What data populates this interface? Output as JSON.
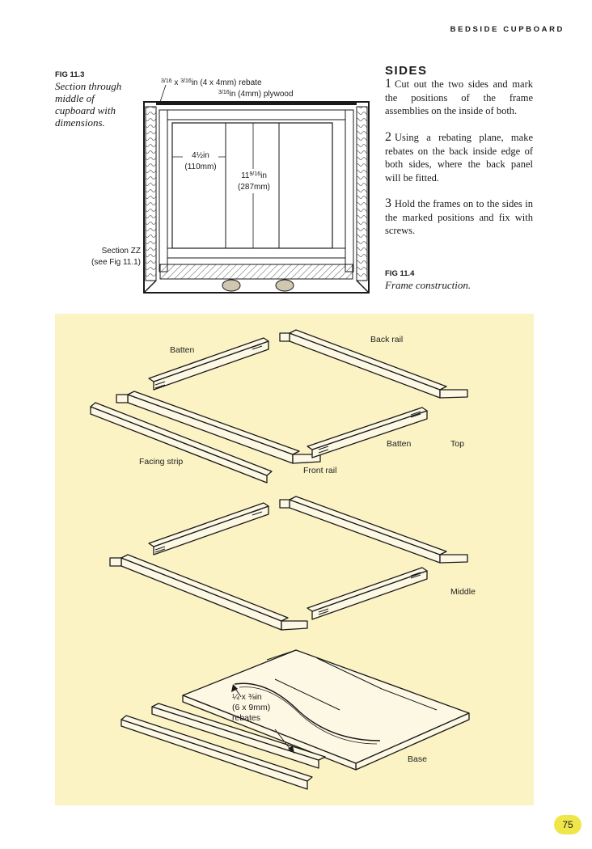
{
  "running_head": "BEDSIDE CUPBOARD",
  "fig_11_3": {
    "label": "FIG 11.3",
    "caption_lines": [
      "Section through",
      "middle of",
      "cupboard with",
      "dimensions."
    ],
    "rebate_label": {
      "frac_a": "3/16",
      "frac_b": "3/16",
      "text": "in (4 x 4mm) rebate",
      "sep": " x "
    },
    "plywood_label": {
      "frac": "3/16",
      "text": "in (4mm) plywood"
    },
    "width_label": {
      "line1": "4½in",
      "line2": "(110mm)"
    },
    "height_label": {
      "frac": "9/16",
      "prefix": "11",
      "suffix": "in",
      "line2": "(287mm)"
    },
    "section_label": {
      "line1": "Section ZZ",
      "line2": "(see Fig 11.1)"
    }
  },
  "sides": {
    "heading": "SIDES",
    "steps": [
      {
        "number": "1",
        "text": "Cut out the two sides and mark the positions of the frame assemblies on the inside of both."
      },
      {
        "number": "2",
        "text": "Using a rebating plane, make rebates on the back inside edge of both sides, where the back panel will be fitted."
      },
      {
        "number": "3",
        "text": "Hold the frames on to the sides in the marked positions and fix with screws."
      }
    ]
  },
  "fig_11_4": {
    "label": "FIG 11.4",
    "caption": "Frame construction.",
    "labels": {
      "batten_top_left": "Batten",
      "back_rail": "Back rail",
      "facing_strip": "Facing strip",
      "front_rail": "Front rail",
      "batten_right": "Batten",
      "top": "Top",
      "middle": "Middle",
      "rebates_line1": "¼ x ⅜in",
      "rebates_line2": "(6 x 9mm)",
      "rebates_line3": "rebates",
      "base": "Base"
    }
  },
  "page_number": "75",
  "colors": {
    "panel": "#fbf3c4",
    "page_badge": "#efe64a",
    "wood_fill": "#fdf8e4",
    "ink": "#1a1a1a"
  }
}
